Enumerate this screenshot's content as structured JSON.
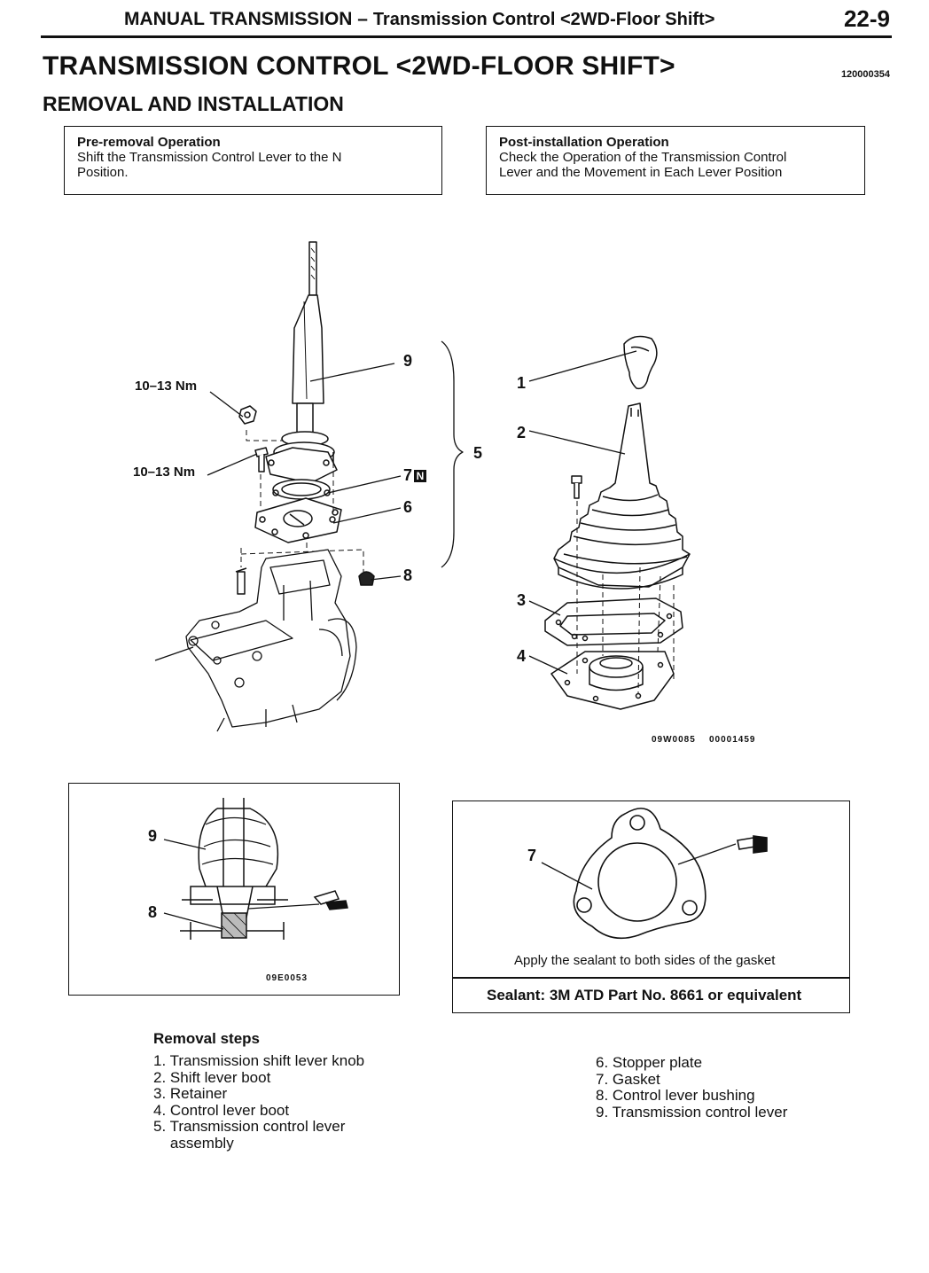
{
  "header": {
    "section": "MANUAL TRANSMISSION –",
    "subsection": "Transmission Control <2WD-Floor Shift>",
    "page_number": "22-9"
  },
  "title": "TRANSMISSION CONTROL <2WD-FLOOR SHIFT>",
  "doc_id": "120000354",
  "subtitle": "REMOVAL AND INSTALLATION",
  "pre_removal": {
    "heading": "Pre-removal Operation",
    "lines": [
      "Shift the Transmission Control Lever to the N",
      "Position."
    ]
  },
  "post_installation": {
    "heading": "Post-installation Operation",
    "lines": [
      "Check the Operation of the Transmission Control",
      "Lever and the Movement in Each Lever Position"
    ]
  },
  "main_figure": {
    "torque_1": "10–13 Nm",
    "torque_2": "10–13 Nm",
    "callouts": {
      "c1": "1",
      "c2": "2",
      "c3": "3",
      "c4": "4",
      "c5": "5",
      "c6": "6",
      "c7": "7",
      "c7_badge": "N",
      "c8": "8",
      "c9": "9"
    },
    "code_a": "09W0085",
    "code_b": "00001459"
  },
  "detail_left": {
    "callout_9": "9",
    "callout_8": "8",
    "code": "09E0053"
  },
  "detail_right": {
    "callout_7": "7",
    "note": "Apply the sealant to both sides of the gasket",
    "sealant": "Sealant: 3M ATD Part No. 8661 or equivalent"
  },
  "removal_steps": {
    "heading": "Removal steps",
    "left": [
      "1. Transmission shift lever knob",
      "2. Shift lever boot",
      "3. Retainer",
      "4. Control lever boot",
      "5. Transmission control lever",
      "    assembly"
    ],
    "right": [
      "6. Stopper plate",
      "7. Gasket",
      "8. Control lever bushing",
      "9. Transmission control lever"
    ]
  }
}
